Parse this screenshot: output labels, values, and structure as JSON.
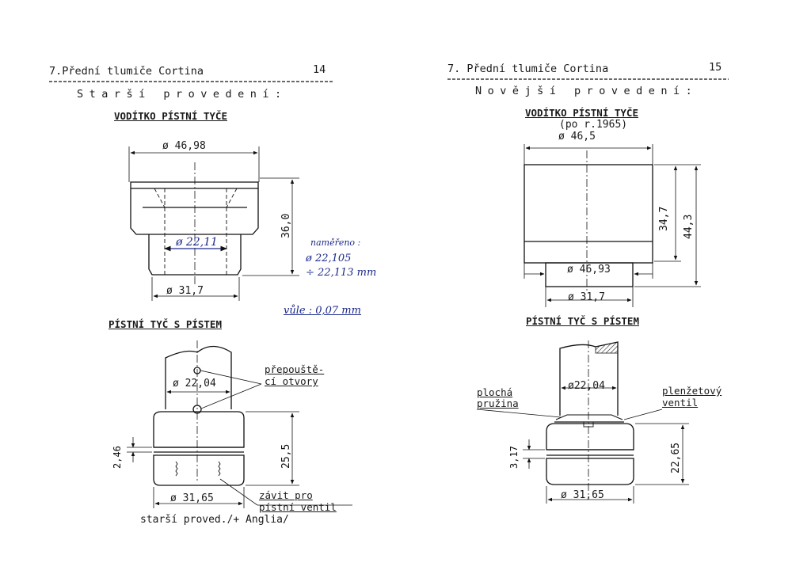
{
  "left_page": {
    "header_title": "7.Přední tlumiče Cortina",
    "page_number": "14",
    "subtitle": "Starší provedení:",
    "guide_section": {
      "title": "VODÍTKO PÍSTNÍ TYČE",
      "dim_top_diameter": "ø 46,98",
      "dim_height": "36,0",
      "dim_bore": "ø 22,11",
      "dim_bottom_diameter": "ø 31,7"
    },
    "handwritten": {
      "line1": "naměřeno :",
      "line2": "ø 22,105",
      "line3": "÷ 22,113 mm",
      "line4": "vůle : 0,07 mm"
    },
    "rod_section": {
      "title": "PÍSTNÍ TYČ S PÍSTEM",
      "dim_rod": "ø 22,04",
      "label_holes_1": "přepouště-",
      "label_holes_2": "cí otvory",
      "dim_gap": "2,46",
      "dim_height": "25,5",
      "dim_piston": "ø 31,65",
      "label_thread_1": "závit pro",
      "label_thread_2": "pístní ventil",
      "footnote": "starší proved./+ Anglia/"
    }
  },
  "right_page": {
    "header_title": "7. Přední tlumiče Cortina",
    "page_number": "15",
    "subtitle": "Novější provedení:",
    "guide_section": {
      "title": "VODÍTKO PÍSTNÍ TYČE",
      "subtitle": "(po r.1965)",
      "dim_top_diameter": "ø 46,5",
      "dim_inner_height": "34,7",
      "dim_total_height": "44,3",
      "dim_collar": "ø 46,93",
      "dim_bottom_diameter": "ø 31,7"
    },
    "rod_section": {
      "title": "PÍSTNÍ TYČ S PÍSTEM",
      "label_spring_1": "plochá",
      "label_spring_2": "pružina",
      "label_valve_1": "plenžetový",
      "label_valve_2": "ventil",
      "dim_rod": "ø22,04",
      "dim_gap": "3,17",
      "dim_height": "22,65",
      "dim_piston": "ø 31,65"
    }
  }
}
